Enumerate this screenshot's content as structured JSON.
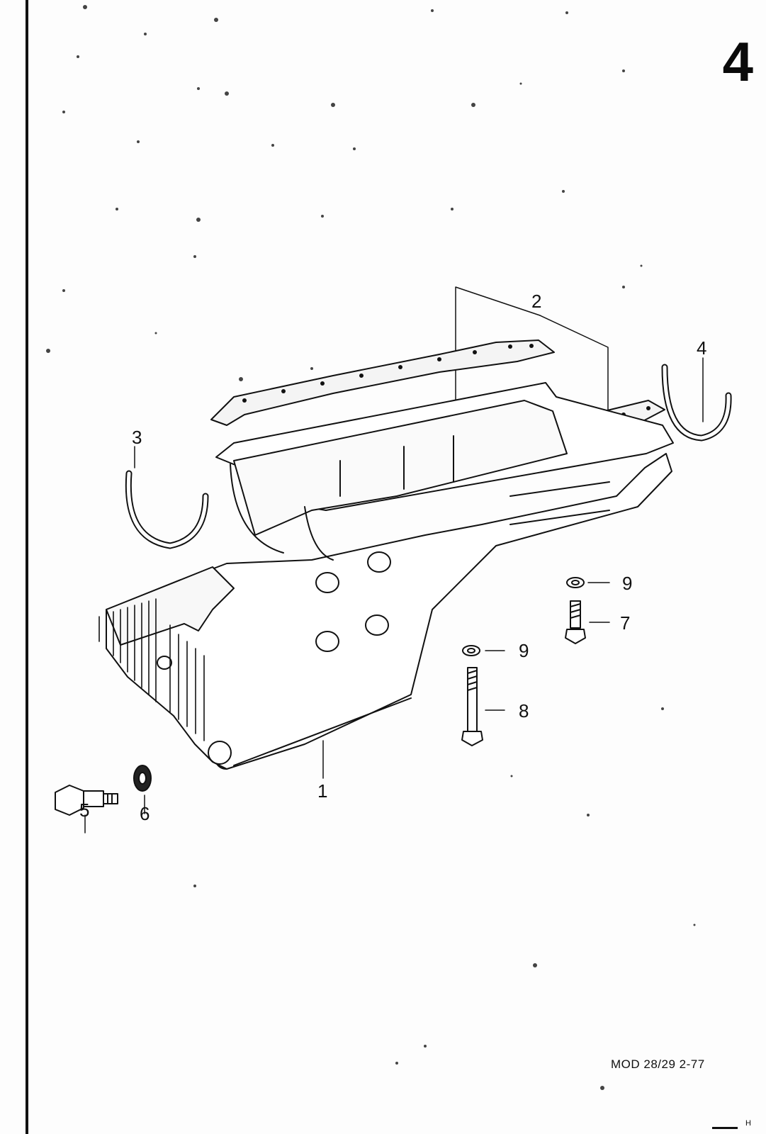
{
  "section_number": "4",
  "footer": {
    "reference": "MOD 28/29  2-77",
    "corner_mark": "H"
  },
  "callouts": [
    {
      "id": "1",
      "part": "oil-pan"
    },
    {
      "id": "2",
      "part": "oil-pan-gaskets"
    },
    {
      "id": "3",
      "part": "rear-seal"
    },
    {
      "id": "4",
      "part": "front-seal"
    },
    {
      "id": "5",
      "part": "drain-plug"
    },
    {
      "id": "6",
      "part": "drain-plug-washer"
    },
    {
      "id": "7",
      "part": "short-bolt"
    },
    {
      "id": "8",
      "part": "long-bolt"
    },
    {
      "id": "9a",
      "label": "9",
      "part": "washer"
    },
    {
      "id": "9b",
      "label": "9",
      "part": "washer"
    }
  ],
  "colors": {
    "ink": "#111111",
    "paper": "#fdfdfd"
  }
}
